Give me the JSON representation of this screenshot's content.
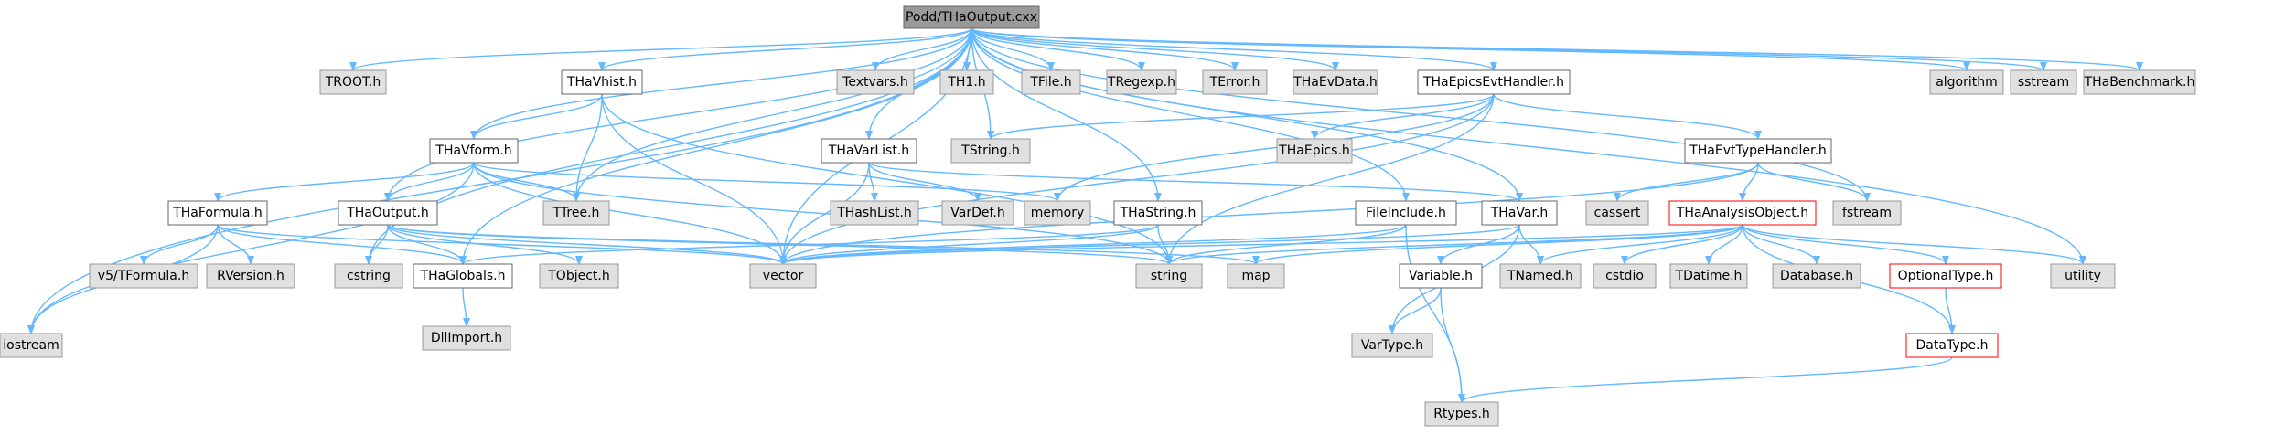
{
  "diagram": {
    "type": "include-dependency-graph",
    "colors": {
      "edge": "#63b8ff",
      "root_fill": "#999999",
      "root_border": "#666666",
      "external_fill": "#e0e0e0",
      "external_border": "#999999",
      "documented_fill": "#ffffff",
      "documented_border": "#666666",
      "truncated_border": "#ff0000"
    },
    "nodes": [
      {
        "id": "root",
        "label": "Podd/THaOutput.cxx",
        "kind": "root"
      },
      {
        "id": "iostream",
        "label": "iostream",
        "kind": "external"
      },
      {
        "id": "TROOT",
        "label": "TROOT.h",
        "kind": "external"
      },
      {
        "id": "THaVform",
        "label": "THaVform.h",
        "kind": "documented"
      },
      {
        "id": "THaVhist",
        "label": "THaVhist.h",
        "kind": "documented"
      },
      {
        "id": "Textvars",
        "label": "Textvars.h",
        "kind": "external"
      },
      {
        "id": "TH1",
        "label": "TH1.h",
        "kind": "external"
      },
      {
        "id": "TFile",
        "label": "TFile.h",
        "kind": "external"
      },
      {
        "id": "TRegexp",
        "label": "TRegexp.h",
        "kind": "external"
      },
      {
        "id": "TError",
        "label": "TError.h",
        "kind": "external"
      },
      {
        "id": "THaEvData",
        "label": "THaEvData.h",
        "kind": "external"
      },
      {
        "id": "THaEpicsEvtHandler",
        "label": "THaEpicsEvtHandler.h",
        "kind": "documented"
      },
      {
        "id": "algorithm",
        "label": "algorithm",
        "kind": "external"
      },
      {
        "id": "sstream",
        "label": "sstream",
        "kind": "external"
      },
      {
        "id": "THaBenchmark",
        "label": "THaBenchmark.h",
        "kind": "external"
      },
      {
        "id": "THaVarList",
        "label": "THaVarList.h",
        "kind": "documented"
      },
      {
        "id": "TString",
        "label": "TString.h",
        "kind": "external"
      },
      {
        "id": "THaEpics",
        "label": "THaEpics.h",
        "kind": "external"
      },
      {
        "id": "THaEvtTypeHandler",
        "label": "THaEvtTypeHandler.h",
        "kind": "documented"
      },
      {
        "id": "memory",
        "label": "memory",
        "kind": "external"
      },
      {
        "id": "THashList",
        "label": "THashList.h",
        "kind": "external"
      },
      {
        "id": "VarDef",
        "label": "VarDef.h",
        "kind": "external"
      },
      {
        "id": "TTree",
        "label": "TTree.h",
        "kind": "external"
      },
      {
        "id": "THaFormula",
        "label": "THaFormula.h",
        "kind": "documented"
      },
      {
        "id": "THaOutput",
        "label": "THaOutput.h",
        "kind": "documented"
      },
      {
        "id": "THaString",
        "label": "THaString.h",
        "kind": "documented"
      },
      {
        "id": "FileInclude",
        "label": "FileInclude.h",
        "kind": "documented"
      },
      {
        "id": "THaVar",
        "label": "THaVar.h",
        "kind": "documented"
      },
      {
        "id": "cassert",
        "label": "cassert",
        "kind": "external"
      },
      {
        "id": "THaAnalysisObject",
        "label": "THaAnalysisObject.h",
        "kind": "truncated"
      },
      {
        "id": "fstream",
        "label": "fstream",
        "kind": "external"
      },
      {
        "id": "v5TFormula",
        "label": "v5/TFormula.h",
        "kind": "external"
      },
      {
        "id": "RVersion",
        "label": "RVersion.h",
        "kind": "external"
      },
      {
        "id": "cstring",
        "label": "cstring",
        "kind": "external"
      },
      {
        "id": "THaGlobals",
        "label": "THaGlobals.h",
        "kind": "documented"
      },
      {
        "id": "TObject",
        "label": "TObject.h",
        "kind": "external"
      },
      {
        "id": "vector",
        "label": "vector",
        "kind": "external"
      },
      {
        "id": "string",
        "label": "string",
        "kind": "external"
      },
      {
        "id": "map",
        "label": "map",
        "kind": "external"
      },
      {
        "id": "Variable",
        "label": "Variable.h",
        "kind": "documented"
      },
      {
        "id": "TNamed",
        "label": "TNamed.h",
        "kind": "external"
      },
      {
        "id": "cstdio",
        "label": "cstdio",
        "kind": "external"
      },
      {
        "id": "TDatime",
        "label": "TDatime.h",
        "kind": "external"
      },
      {
        "id": "Database",
        "label": "Database.h",
        "kind": "external"
      },
      {
        "id": "OptionalType",
        "label": "OptionalType.h",
        "kind": "truncated"
      },
      {
        "id": "utility",
        "label": "utility",
        "kind": "external"
      },
      {
        "id": "DllImport",
        "label": "DllImport.h",
        "kind": "external"
      },
      {
        "id": "VarType",
        "label": "VarType.h",
        "kind": "external"
      },
      {
        "id": "DataType",
        "label": "DataType.h",
        "kind": "truncated"
      },
      {
        "id": "Rtypes",
        "label": "Rtypes.h",
        "kind": "external"
      }
    ],
    "edges": [
      [
        "root",
        "iostream"
      ],
      [
        "root",
        "TROOT"
      ],
      [
        "root",
        "THaVform"
      ],
      [
        "root",
        "THaVhist"
      ],
      [
        "root",
        "Textvars"
      ],
      [
        "root",
        "TH1"
      ],
      [
        "root",
        "TFile"
      ],
      [
        "root",
        "TRegexp"
      ],
      [
        "root",
        "TError"
      ],
      [
        "root",
        "THaEvData"
      ],
      [
        "root",
        "THaEpicsEvtHandler"
      ],
      [
        "root",
        "algorithm"
      ],
      [
        "root",
        "sstream"
      ],
      [
        "root",
        "THaBenchmark"
      ],
      [
        "root",
        "THaVarList"
      ],
      [
        "root",
        "TString"
      ],
      [
        "root",
        "THaOutput"
      ],
      [
        "root",
        "THaGlobals"
      ],
      [
        "root",
        "TTree"
      ],
      [
        "root",
        "vector"
      ],
      [
        "root",
        "THaString"
      ],
      [
        "root",
        "FileInclude"
      ],
      [
        "root",
        "THaVar"
      ],
      [
        "root",
        "cstring"
      ],
      [
        "root",
        "fstream"
      ],
      [
        "root",
        "utility"
      ],
      [
        "THaVhist",
        "THaVform"
      ],
      [
        "THaVhist",
        "TTree"
      ],
      [
        "THaVhist",
        "vector"
      ],
      [
        "THaVhist",
        "string"
      ],
      [
        "THaVform",
        "iostream"
      ],
      [
        "THaVform",
        "THaFormula"
      ],
      [
        "THaVform",
        "THaOutput"
      ],
      [
        "THaVform",
        "TTree"
      ],
      [
        "THaVform",
        "memory"
      ],
      [
        "THaVform",
        "vector"
      ],
      [
        "THaVform",
        "string"
      ],
      [
        "THaEpicsEvtHandler",
        "TString"
      ],
      [
        "THaEpicsEvtHandler",
        "THaEpics"
      ],
      [
        "THaEpicsEvtHandler",
        "THaEvtTypeHandler"
      ],
      [
        "THaEpicsEvtHandler",
        "memory"
      ],
      [
        "THaEpicsEvtHandler",
        "vector"
      ],
      [
        "THaEpicsEvtHandler",
        "string"
      ],
      [
        "THaVarList",
        "THashList"
      ],
      [
        "THaVarList",
        "VarDef"
      ],
      [
        "THaVarList",
        "THaVar"
      ],
      [
        "THaVarList",
        "vector"
      ],
      [
        "THaEvtTypeHandler",
        "cassert"
      ],
      [
        "THaEvtTypeHandler",
        "THaAnalysisObject"
      ],
      [
        "THaEvtTypeHandler",
        "fstream"
      ],
      [
        "THaEvtTypeHandler",
        "vector"
      ],
      [
        "THaFormula",
        "iostream"
      ],
      [
        "THaFormula",
        "v5TFormula"
      ],
      [
        "THaFormula",
        "RVersion"
      ],
      [
        "THaFormula",
        "THaGlobals"
      ],
      [
        "THaFormula",
        "vector"
      ],
      [
        "THaOutput",
        "cstring"
      ],
      [
        "THaOutput",
        "THaGlobals"
      ],
      [
        "THaOutput",
        "TObject"
      ],
      [
        "THaOutput",
        "vector"
      ],
      [
        "THaOutput",
        "string"
      ],
      [
        "THaOutput",
        "map"
      ],
      [
        "THaString",
        "THaGlobals"
      ],
      [
        "THaString",
        "vector"
      ],
      [
        "THaString",
        "string"
      ],
      [
        "FileInclude",
        "vector"
      ],
      [
        "FileInclude",
        "string"
      ],
      [
        "FileInclude",
        "Rtypes"
      ],
      [
        "THaVar",
        "Variable"
      ],
      [
        "THaVar",
        "TNamed"
      ],
      [
        "THaVar",
        "VarType"
      ],
      [
        "THaVar",
        "vector"
      ],
      [
        "THaAnalysisObject",
        "vector"
      ],
      [
        "THaAnalysisObject",
        "string"
      ],
      [
        "THaAnalysisObject",
        "map"
      ],
      [
        "THaAnalysisObject",
        "TNamed"
      ],
      [
        "THaAnalysisObject",
        "cstdio"
      ],
      [
        "THaAnalysisObject",
        "TDatime"
      ],
      [
        "THaAnalysisObject",
        "Database"
      ],
      [
        "THaAnalysisObject",
        "OptionalType"
      ],
      [
        "THaAnalysisObject",
        "DataType"
      ],
      [
        "THaAnalysisObject",
        "utility"
      ],
      [
        "THaGlobals",
        "DllImport"
      ],
      [
        "Variable",
        "VarType"
      ],
      [
        "Variable",
        "Rtypes"
      ],
      [
        "OptionalType",
        "DataType"
      ],
      [
        "DataType",
        "Rtypes"
      ]
    ]
  }
}
